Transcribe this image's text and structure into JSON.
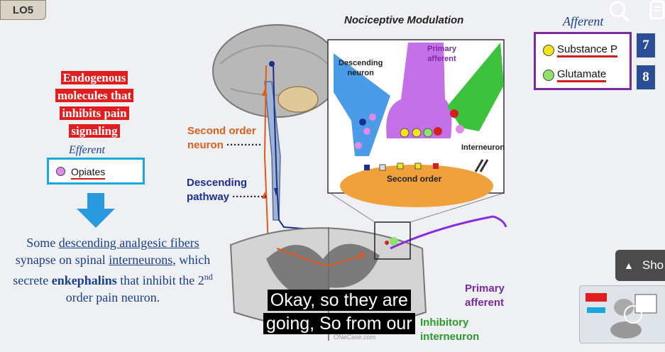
{
  "slide": {
    "lo_badge": "LO5",
    "diagram_title": "Nociceptive Modulation",
    "endogenous_lines": [
      "Endogenous",
      "molecules that",
      "inhibits pain",
      "signaling"
    ],
    "efferent_label": "Efferent",
    "opiates_label": "Opiates",
    "description": {
      "p1": "Some ",
      "p2": "descending analgesic fibers",
      "p3": " synapse on spinal ",
      "p4": "interneurons",
      "p5": ", which secrete ",
      "p6": "enkephalins",
      "p7": " that inhibit the ",
      "p8": "2",
      "p9": "nd",
      "p10": " order pain neuron."
    },
    "afferent_label": "Afferent",
    "substance_p_label": "Substance P",
    "glutamate_label": "Glutamate",
    "number_7": "7",
    "number_8": "8",
    "second_order_neuron": [
      "Second order",
      "neuron"
    ],
    "descending_pathway": [
      "Descending",
      "pathway"
    ],
    "primary_afferent": [
      "Primary",
      "afferent"
    ],
    "inhibitory_interneuron": [
      "Inhibitory",
      "interneuron"
    ],
    "inset_descending_neuron": [
      "Descending",
      "neuron"
    ],
    "inset_primary_afferent": [
      "Primary",
      "afferent"
    ],
    "inset_interneuron": "Interneuron",
    "inset_second_order": "Second order",
    "watermark": "ONeCase.com"
  },
  "player": {
    "caption_line1": "Okay, so they are",
    "caption_line2": "going, So from our",
    "show_label": "Sho"
  },
  "colors": {
    "red_highlight": "#e21d1d",
    "blue_text": "#1a3f8a",
    "purple_box": "#7a2a9e",
    "cyan_box": "#1aa9df",
    "substance_p": "#f2e31a",
    "glutamate": "#8ee36a",
    "opiates": "#e08ae8"
  }
}
